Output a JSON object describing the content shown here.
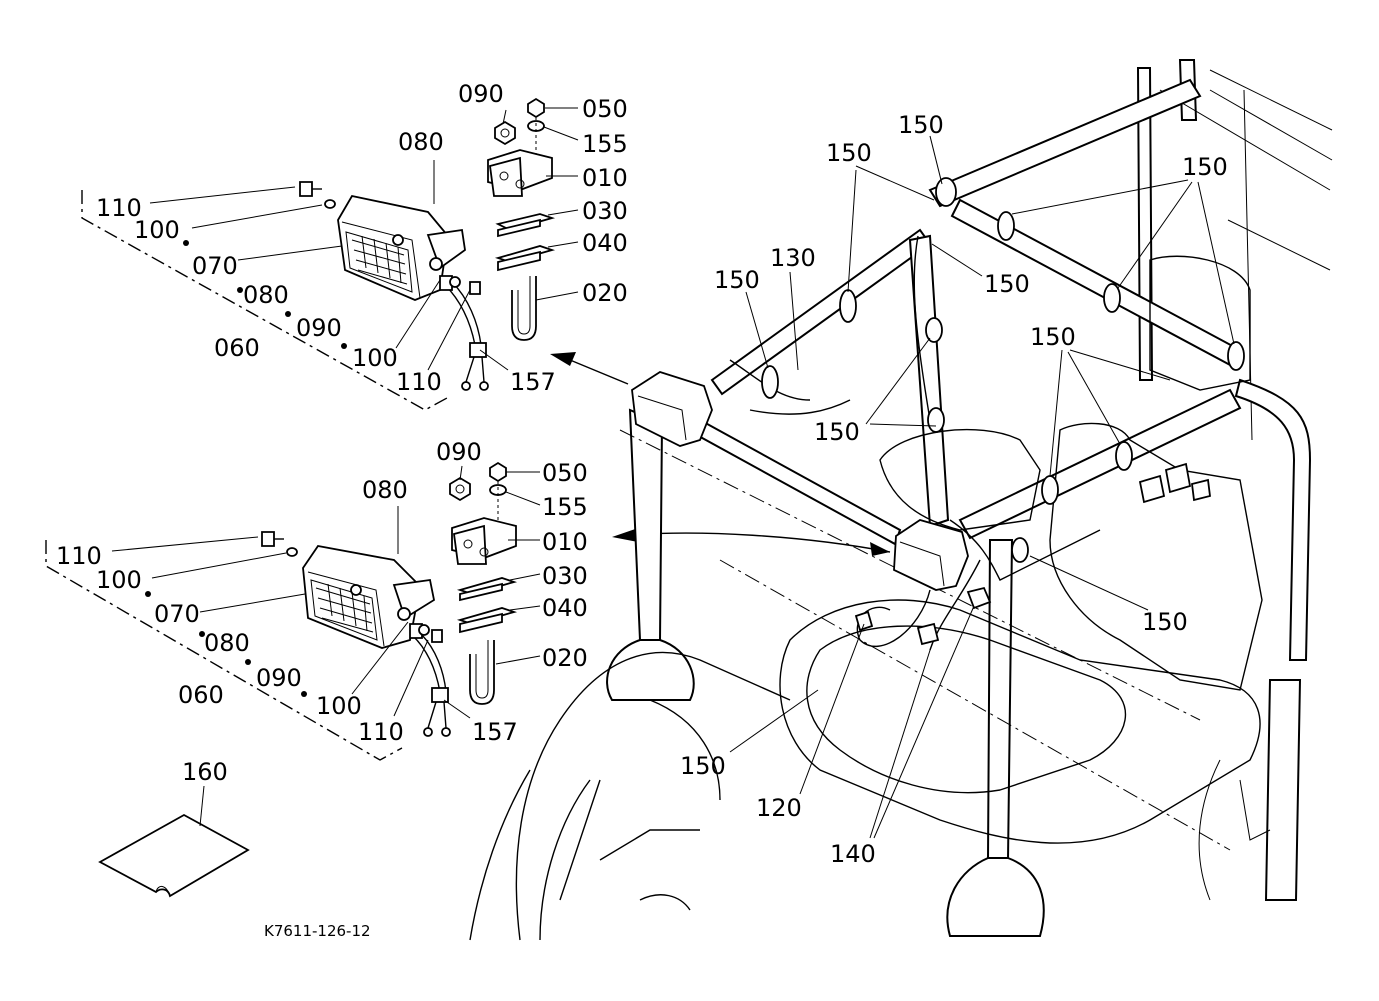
{
  "figure_code": "K7611-126-12",
  "upper_lamp": {
    "labels": {
      "p090": "090",
      "p050": "050",
      "p155": "155",
      "p080": "080",
      "p010": "010",
      "p110": "110",
      "p100": "100",
      "p030": "030",
      "p040": "040",
      "p070": "070",
      "p020": "020",
      "p080b": "080",
      "p090b": "090",
      "p060": "060",
      "p100b": "100",
      "p110b": "110",
      "p157": "157"
    }
  },
  "lower_lamp": {
    "labels": {
      "p090": "090",
      "p050": "050",
      "p155": "155",
      "p080": "080",
      "p010": "010",
      "p110": "110",
      "p100": "100",
      "p030": "030",
      "p070": "070",
      "p040": "040",
      "p080b": "080",
      "p020": "020",
      "p090b": "090",
      "p060": "060",
      "p100b": "100",
      "p110b": "110",
      "p157": "157"
    }
  },
  "vehicle": {
    "labels": {
      "c150_top": "150",
      "c150_a": "150",
      "c150_b": "150",
      "c130": "130",
      "c150_c": "150",
      "c150_d": "150",
      "c150_e": "150",
      "c150_f": "150",
      "c150_g": "150",
      "c150_h": "150",
      "c120": "120",
      "c140": "140"
    }
  },
  "manual": {
    "label": "160"
  }
}
